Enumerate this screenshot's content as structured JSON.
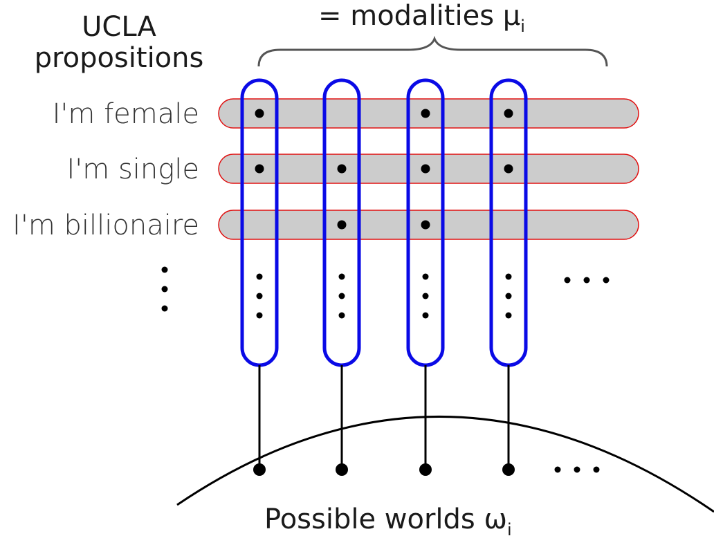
{
  "header": {
    "left_line1": "UCLA",
    "left_line2": "propositions",
    "top_prefix": "= modalities μ",
    "top_subscript": "i"
  },
  "propositions": [
    {
      "label": "I'm female",
      "dots": [
        true,
        false,
        true,
        true
      ]
    },
    {
      "label": "I'm single",
      "dots": [
        true,
        true,
        true,
        true
      ]
    },
    {
      "label": "I'm billionaire",
      "dots": [
        false,
        true,
        true,
        false
      ]
    }
  ],
  "columns_count": 4,
  "footer": {
    "label_prefix": "Possible worlds  ω",
    "label_subscript": "i"
  },
  "colors": {
    "modality_outline": "#0a0ae6",
    "proposition_fill": "#cccccc",
    "proposition_outline": "#e01010",
    "dot": "#000000",
    "line": "#000000"
  }
}
